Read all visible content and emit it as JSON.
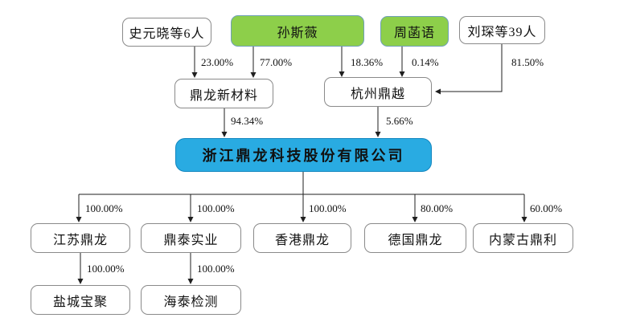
{
  "diagram": {
    "type": "equity-ownership-structure",
    "main_company": "浙江鼎龙科技股份有限公司"
  },
  "colors": {
    "highlight_green": "#8dcf4a",
    "main_blue": "#29abe2",
    "box_border_gray": "#8a8a8a",
    "line_black": "#1f1f1f"
  },
  "nodes": [
    {
      "label": "史元晓等6人",
      "role": "shareholder-group"
    },
    {
      "label": "孙斯薇",
      "role": "controller"
    },
    {
      "label": "周菡语",
      "role": "controller"
    },
    {
      "label": "刘琛等39人",
      "role": "shareholder-group"
    },
    {
      "label": "鼎龙新材料",
      "role": "holding-entity"
    },
    {
      "label": "杭州鼎越",
      "role": "holding-entity"
    },
    {
      "label": "浙江鼎龙科技股份有限公司",
      "role": "main-company"
    },
    {
      "label": "江苏鼎龙",
      "role": "subsidiary"
    },
    {
      "label": "鼎泰实业",
      "role": "subsidiary"
    },
    {
      "label": "香港鼎龙",
      "role": "subsidiary"
    },
    {
      "label": "德国鼎龙",
      "role": "subsidiary"
    },
    {
      "label": "内蒙古鼎利",
      "role": "subsidiary"
    },
    {
      "label": "盐城宝聚",
      "role": "sub-subsidiary"
    },
    {
      "label": "海泰检测",
      "role": "sub-subsidiary"
    }
  ],
  "edges": [
    {
      "from": "史元晓等6人",
      "to": "鼎龙新材料",
      "label": "23.00%"
    },
    {
      "from": "孙斯薇",
      "to": "鼎龙新材料",
      "label": "77.00%"
    },
    {
      "from": "孙斯薇",
      "to": "杭州鼎越",
      "label": "18.36%"
    },
    {
      "from": "周菡语",
      "to": "杭州鼎越",
      "label": "0.14%"
    },
    {
      "from": "刘琛等39人",
      "to": "杭州鼎越",
      "label": "81.50%"
    },
    {
      "from": "鼎龙新材料",
      "to": "浙江鼎龙科技股份有限公司",
      "label": "94.34%"
    },
    {
      "from": "杭州鼎越",
      "to": "浙江鼎龙科技股份有限公司",
      "label": "5.66%"
    },
    {
      "from": "浙江鼎龙科技股份有限公司",
      "to": "江苏鼎龙",
      "label": "100.00%"
    },
    {
      "from": "浙江鼎龙科技股份有限公司",
      "to": "鼎泰实业",
      "label": "100.00%"
    },
    {
      "from": "浙江鼎龙科技股份有限公司",
      "to": "香港鼎龙",
      "label": "100.00%"
    },
    {
      "from": "浙江鼎龙科技股份有限公司",
      "to": "德国鼎龙",
      "label": "80.00%"
    },
    {
      "from": "浙江鼎龙科技股份有限公司",
      "to": "内蒙古鼎利",
      "label": "60.00%"
    },
    {
      "from": "江苏鼎龙",
      "to": "盐城宝聚",
      "label": "100.00%"
    },
    {
      "from": "鼎泰实业",
      "to": "海泰检测",
      "label": "100.00%"
    }
  ]
}
